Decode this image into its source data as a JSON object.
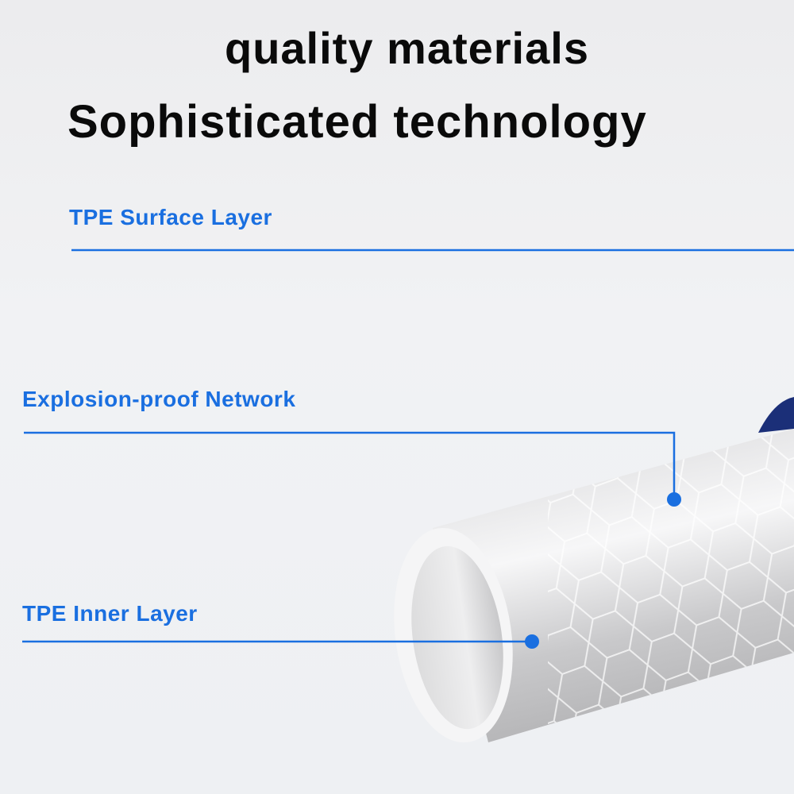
{
  "headline": {
    "line1": "quality materials",
    "line2": "Sophisticated technology"
  },
  "callouts": [
    {
      "label": "TPE Surface Layer"
    },
    {
      "label": "Explosion-proof Network"
    },
    {
      "label": "TPE Inner Layer"
    }
  ],
  "colors": {
    "accent": "#1a6fe0",
    "text": "#0a0a0a"
  }
}
